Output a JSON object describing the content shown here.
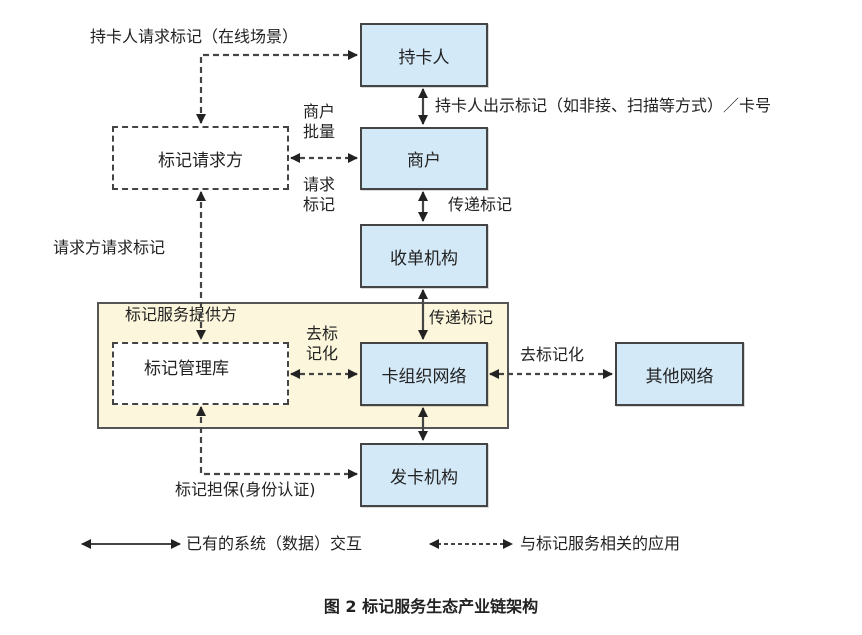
{
  "diagram": {
    "nodes": {
      "cardholder": "持卡人",
      "merchant": "商户",
      "acquirer": "收单机构",
      "card_network": "卡组织网络",
      "issuer": "发卡机构",
      "other_network": "其他网络",
      "token_requestor": "标记请求方",
      "token_vault": "标记管理库"
    },
    "panel_title": "标记服务提供方",
    "edge_labels": {
      "cardholder_request": "持卡人请求标记（在线场景）",
      "cardholder_present": "持卡人出示标记（如非接、扫描等方式）／卡号",
      "merchant_bulk": "商户\n批量",
      "request_token": "请求\n标记",
      "pass_token_1": "传递标记",
      "pass_token_2": "传递标记",
      "requestor_request": "请求方请求标记",
      "detokenize_vault": "去标\n记化",
      "detokenize_other": "去标记化",
      "token_assurance": "标记担保(身份认证)"
    },
    "edges": [
      {
        "from": "token_requestor",
        "to": "cardholder",
        "style": "dashed",
        "label": "cardholder_request"
      },
      {
        "from": "cardholder",
        "to": "merchant",
        "style": "solid",
        "bidirectional": true,
        "label": "cardholder_present"
      },
      {
        "from": "token_requestor",
        "to": "merchant",
        "style": "dashed",
        "bidirectional": true
      },
      {
        "from": "merchant",
        "to": "acquirer",
        "style": "solid",
        "bidirectional": true,
        "label": "pass_token_1"
      },
      {
        "from": "acquirer",
        "to": "card_network",
        "style": "solid",
        "bidirectional": true,
        "label": "pass_token_2"
      },
      {
        "from": "token_requestor",
        "to": "token_vault",
        "style": "dashed",
        "bidirectional": true,
        "label": "requestor_request"
      },
      {
        "from": "token_vault",
        "to": "card_network",
        "style": "dashed",
        "bidirectional": true,
        "label": "detokenize_vault"
      },
      {
        "from": "card_network",
        "to": "other_network",
        "style": "dashed",
        "bidirectional": true,
        "label": "detokenize_other"
      },
      {
        "from": "card_network",
        "to": "issuer",
        "style": "solid",
        "bidirectional": true
      },
      {
        "from": "token_vault",
        "to": "issuer",
        "style": "dashed",
        "label": "token_assurance"
      }
    ]
  },
  "legend": {
    "solid": "已有的系统（数据）交互",
    "dashed": "与标记服务相关的应用"
  },
  "caption": "图 2  标记服务生态产业链架构",
  "colors": {
    "node_fill": "#d3e9f7",
    "panel_fill": "#fcf7dc",
    "stroke": "#444444"
  }
}
